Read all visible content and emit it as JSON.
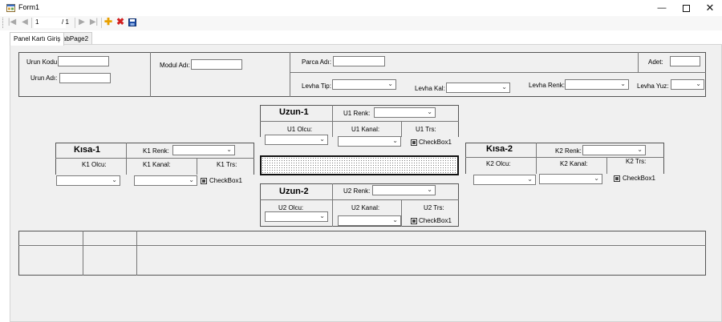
{
  "window": {
    "title": "Form1"
  },
  "navigator": {
    "position": "1",
    "count": "/ 1"
  },
  "tabs": [
    {
      "label": "Panel Kartı Giriş"
    },
    {
      "label": "TabPage2"
    }
  ],
  "top": {
    "urun_kodu": "Urun Kodu:",
    "urun_adi": "Urun Adı:",
    "modul_adi": "Modul Adı:",
    "parca_adi": "Parca Adı:",
    "adet": "Adet:",
    "levha_tip": "Levha Tip:",
    "levha_kal": "Levha Kal:",
    "levha_renk": "Levha Renk:",
    "levha_yuz": "Levha Yuz:"
  },
  "uzun1": {
    "title": "Uzun-1",
    "renk": "U1 Renk:",
    "olcu": "U1 Olcu:",
    "kanal": "U1 Kanal:",
    "trs": "U1 Trs:",
    "checkbox": "CheckBox1"
  },
  "uzun2": {
    "title": "Uzun-2",
    "renk": "U2 Renk:",
    "olcu": "U2 Olcu:",
    "kanal": "U2 Kanal:",
    "trs": "U2 Trs:",
    "checkbox": "CheckBox1"
  },
  "kisa1": {
    "title": "Kısa-1",
    "renk": "K1 Renk:",
    "olcu": "K1 Olcu:",
    "kanal": "K1 Kanal:",
    "trs": "K1 Trs:",
    "checkbox": "CheckBox1"
  },
  "kisa2": {
    "title": "Kısa-2",
    "renk": "K2 Renk:",
    "olcu": "K2 Olcu:",
    "kanal": "K2 Kanal:",
    "trs": "K2 Trs:",
    "checkbox": "CheckBox1"
  },
  "icons": {
    "app": "form-icon",
    "first": "move-first-icon",
    "prev": "move-previous-icon",
    "next": "move-next-icon",
    "last": "move-last-icon",
    "add": "add-new-icon",
    "delete": "delete-icon",
    "save": "save-icon"
  },
  "colors": {
    "add": "#e8a000",
    "delete": "#d22020",
    "save": "#1f4fa8"
  }
}
